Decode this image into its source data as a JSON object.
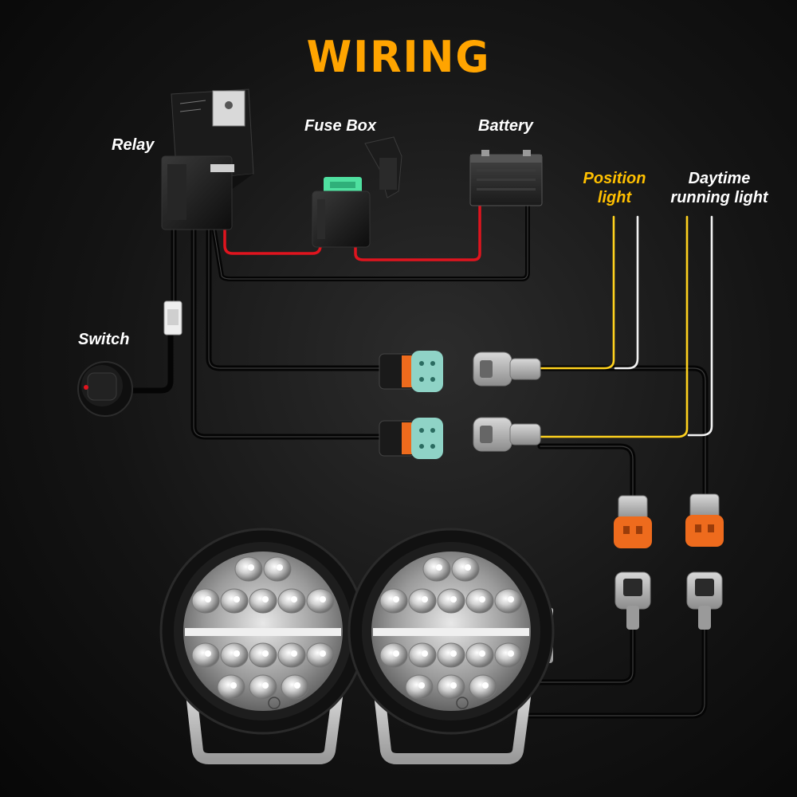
{
  "title": "WIRING",
  "colors": {
    "title": "#ffa400",
    "position_label": "#ffc000",
    "label": "#ffffff",
    "wire_black": "#050505",
    "wire_red": "#e0141e",
    "wire_yellow": "#ffd21e",
    "wire_white": "#f2f2f2",
    "connector_orange": "#ee6b1d",
    "connector_teal": "#8fd3c6",
    "fuse_green": "#4fe0a0"
  },
  "labels": {
    "relay": "Relay",
    "fuse_box": "Fuse Box",
    "battery": "Battery",
    "switch": "Switch",
    "position_line1": "Position",
    "position_line2": "light",
    "drl_line1": "Daytime",
    "drl_line2": "running light"
  },
  "lights": {
    "count": 2
  }
}
